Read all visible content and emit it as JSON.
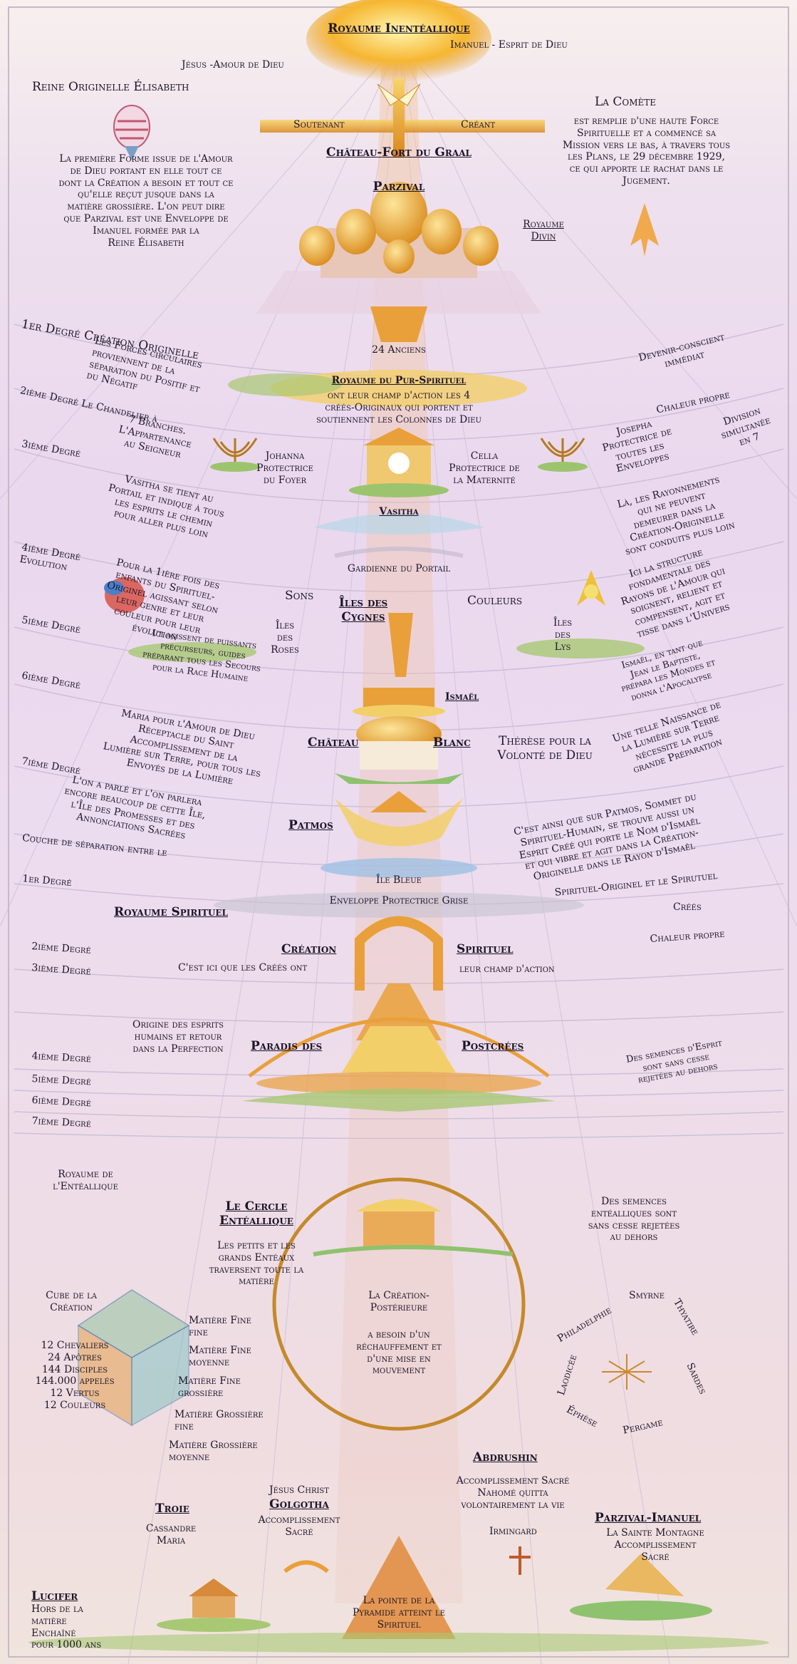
{
  "labels": {
    "royaume_inenteallique": "Royaume Inentéallique",
    "jesus_amour": "Jésus -Amour de Dieu",
    "imanuel_esprit": "Imanuel - Esprit de Dieu",
    "reine_elisabeth": "Reine Originelle Élisabeth",
    "la_comete": "La Comète",
    "soutenant": "Soutenant",
    "creant": "Créant",
    "chateau_graal": "Château-Fort du Graal",
    "parzival": "Parzival",
    "premiere_forme": [
      "La première Forme issue de l'Amour",
      "de Dieu portant en elle tout ce",
      "dont la Création a besoin et tout ce",
      "qu'elle reçut jusque dans la",
      "matière grossière. L'on peut dire",
      "que Parzival est une Enveloppe de",
      "Imanuel formée par la",
      "Reine Élisabeth"
    ],
    "comete_text": [
      "est remplie d'une haute Force",
      "Spirituelle et a commencé sa",
      "Mission vers le bas, à travers tous",
      "les Plans, le 29 décembre 1929,",
      "ce qui apporte le rachat dans le",
      "Jugement."
    ],
    "royaume_divin": [
      "Royaume",
      "Divin"
    ],
    "vingt_quatre_anciens": "24 Anciens",
    "premier_degre_creation": "1er Degré    Création Originelle",
    "forces_circulaires": [
      "Les Forces circulaires",
      "proviennent de la",
      "séparation du Positif et",
      "du Négatif"
    ],
    "devenir_conscient": [
      "Devenir-conscient",
      "immédiat"
    ],
    "chaleur_propre_1": "Chaleur propre",
    "royaume_pur_spirituel": "Royaume du Pur-Spirituel",
    "pur_spirituel_text": [
      "ont leur champ d'action les 4",
      "créés-Originaux qui portent et",
      "soutiennent les Colonnes de Dieu"
    ],
    "deuxieme_degre_chandelier": "2ième Degré   Le Chandelier à",
    "sept_branches": [
      "7 Branches.",
      "L'Appartenance",
      "au Seigneur"
    ],
    "division_simultanee": [
      "Division",
      "simultanée",
      "en 7"
    ],
    "johanna": [
      "Johanna",
      "Protectrice",
      "du Foyer"
    ],
    "cella": [
      "Cella",
      "Protectrice de",
      "la Maternité"
    ],
    "josepha": [
      "Josepha",
      "Protectrice de",
      "toutes les",
      "Enveloppes"
    ],
    "troisieme_degre_1": "3ième Degré",
    "vasitha_portail": [
      "Vasitha se tient au",
      "Portail et indique à tous",
      "les esprits le chemin",
      "pour aller plus loin"
    ],
    "rayonnements": [
      "Là, les Rayonnements",
      "qui ne peuvent",
      "demeurer dans la",
      "Création-Originelle",
      "sont conduits plus loin"
    ],
    "vasitha": "Vasitha",
    "gardienne": "Gardienne du Portail",
    "quatrieme_degre_evolution": [
      "4ième Degré",
      "Evolution"
    ],
    "enfants_spirituel": [
      "Pour la 1ière fois des",
      "enfants du Spirituel-",
      "Originel agissant selon",
      "leur genre et leur",
      "couleur pour leur",
      "évolution"
    ],
    "structure": [
      "Ici la structure",
      "fondamentale des",
      "Rayons de l'Amour qui",
      "soignent, relient et",
      "compensent, agit et",
      "tisse dans l'Univers"
    ],
    "sons": "Sons",
    "couleurs": "Couleurs",
    "iles_cygnes": [
      "Îles des",
      "Cygnes"
    ],
    "iles_roses": [
      "Îles",
      "des",
      "Roses"
    ],
    "iles_lys": [
      "Îles",
      "des",
      "Lys"
    ],
    "cinquieme_degre_1": "5ième Degré",
    "ismael_jean": [
      "Ismaël, en tant que",
      "Jean le Baptiste,",
      "prépara les Mondes et",
      "donna l'Apocalypse"
    ],
    "precurseurs": [
      "Ici agissent de puissants",
      "précurseurs, guides",
      "préparant tous les Secours",
      "pour la Race Humaine"
    ],
    "ismael": "Ismaël",
    "sixieme_degre_1": "6ième Degré",
    "maria_amour": [
      "Maria pour l'Amour de Dieu",
      "Réceptacle du Saint",
      "Accomplissement de la",
      "Lumière sur Terre, pour tous les",
      "Envoyés de la  Lumière"
    ],
    "chateau": "Château",
    "blanc": "Blanc",
    "therese": [
      "Thérèse pour la",
      "Volonté de Dieu"
    ],
    "naissance_lumiere": [
      "Une telle Naissance de",
      "la Lumière sur Terre",
      "nécessite la plus",
      "grande Préparation"
    ],
    "septieme_degre_1": "7ième Degré",
    "on_a_parle": [
      "L'on a parlé et l'on parlera",
      "encore beaucoup de cette Île,",
      "l'Île des Promesses et des",
      "Annonciations Sacrées"
    ],
    "patmos": "Patmos",
    "patmos_text": [
      "C'est ainsi que sur Patmos, Sommet du",
      "Spirituel-Humain, se trouve aussi un",
      "Esprit Créé qui porte le Nom d'Ismaël",
      "et qui vibre et agit dans la Création-",
      "Originelle dans le Rayon d'Ismaël"
    ],
    "couche_separation": "Couche de séparation entre le",
    "spirituel_originel": "Spirituel-Originel et le Spirutuel",
    "ile_bleue": "Île Bleue",
    "enveloppe_grise": "Enveloppe Protectrice Grise",
    "premier_degre_2": "1er Degré",
    "royaume_spirituel": "Royaume Spirituel",
    "crees": "Créés",
    "chaleur_propre_2": "Chaleur propre",
    "creation": "Création",
    "spirituel": "Spirituel",
    "cest_ici_crees": "C'est ici que les Créés ont",
    "leur_champ": "leur champ d'action",
    "deuxieme_degre_2": "2ième Degré",
    "troisieme_degre_2": "3ième Degré",
    "origine_esprits": [
      "Origine des esprits",
      "humains et retour",
      "dans la Perfection"
    ],
    "paradis_des": "Paradis des",
    "postcrees": "Postcrées",
    "semences_esprit": [
      "Des semences d'Esprit",
      "sont sans cesse",
      "rejetées au dehors"
    ],
    "quatrieme_degre_2": "4ième Degré",
    "cinquieme_degre_2": "5ième Degré",
    "sixieme_degre_2": "6ième Degré",
    "septieme_degre_2": "7ième Degré",
    "royaume_enteallique": [
      "Royaume de",
      "l'Entéallique"
    ],
    "cercle_enteallique": [
      "Le Cercle",
      "Entéallique"
    ],
    "semences_enteallique": [
      "Des semences",
      "entéalliques sont",
      "sans cesse rejetées",
      "au dehors"
    ],
    "petits_grands": [
      "Les petits et les",
      "grands Entéaux",
      "traversent toute la",
      "matière"
    ],
    "cube_creation": [
      "Cube de la",
      "Création"
    ],
    "cube_list": [
      "12 Chevaliers",
      "24 Apôtres",
      "144 Disciples",
      "144.000 appelés",
      "12 Vertus",
      "12 Couleurs"
    ],
    "matiere_fine_fine": [
      "Matière Fine",
      "fine"
    ],
    "matiere_fine_moyenne": [
      "Matière Fine",
      "moyenne"
    ],
    "matiere_fine_grossiere": [
      "Matière Fine",
      "grossière"
    ],
    "matiere_grossiere_fine": [
      "Matière Grossière",
      "fine"
    ],
    "matiere_grossiere_moyenne": [
      "Matière Grossière",
      "moyenne"
    ],
    "creation_posterieure": [
      "La Création-",
      "Postérieure"
    ],
    "rechauffement": [
      "a besoin d'un",
      "réchauffement et",
      "d'une mise en",
      "mouvement"
    ],
    "philadelphie": "Philadelphie",
    "smyrne": "Smyrne",
    "thyatire": "Thyatire",
    "laodicee": "Laodicée",
    "sardes": "Sardes",
    "ephese": "Éphèse",
    "pergame": "Pergame",
    "abdrushin": "Abdrushin",
    "accomplissement_nahome": [
      "Accomplissement Sacré",
      "Nahomé quitta",
      "volontairement la vie"
    ],
    "troie": "Troie",
    "cassandre_maria": [
      "Cassandre",
      "Maria"
    ],
    "jesus_christ": "Jésus Christ",
    "golgotha": "Golgotha",
    "accomplissement_golgotha": [
      "Accomplissement",
      "Sacré"
    ],
    "irmingard": "Irmingard",
    "parzival_imanuel": "Parzival-Imanuel",
    "sainte_montagne": [
      "La Sainte Montagne",
      "Accomplissement",
      "Sacré"
    ],
    "pointe_pyramide": [
      "La pointe de la",
      "Pyramide atteint le",
      "Spirituel"
    ],
    "lucifer": "Lucifer",
    "lucifer_text": [
      "Hors de la",
      "matière",
      "Enchaîné",
      "pour 1000 ans"
    ]
  }
}
